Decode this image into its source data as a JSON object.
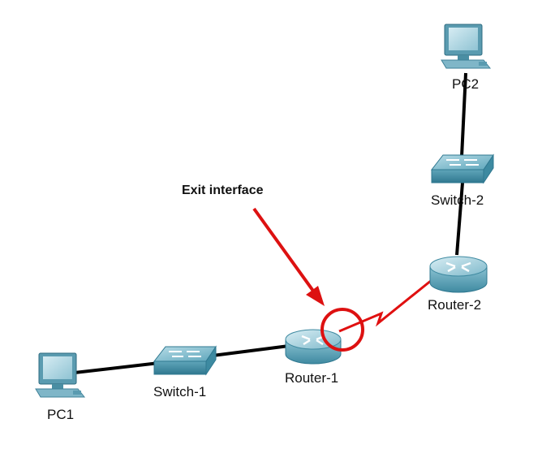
{
  "annotation": {
    "text": "Exit interface",
    "color": "#dd1111"
  },
  "devices": {
    "pc1": {
      "label": "PC1",
      "icon": "pc-icon"
    },
    "pc2": {
      "label": "PC2",
      "icon": "pc-icon"
    },
    "switch1": {
      "label": "Switch-1",
      "icon": "switch-icon"
    },
    "switch2": {
      "label": "Switch-2",
      "icon": "switch-icon"
    },
    "router1": {
      "label": "Router-1",
      "icon": "router-icon"
    },
    "router2": {
      "label": "Router-2",
      "icon": "router-icon"
    }
  },
  "links": [
    {
      "from": "PC1",
      "to": "Switch-1",
      "type": "ethernet"
    },
    {
      "from": "Switch-1",
      "to": "Router-1",
      "type": "ethernet"
    },
    {
      "from": "Router-1",
      "to": "Router-2",
      "type": "serial",
      "highlighted": true
    },
    {
      "from": "Router-2",
      "to": "Switch-2",
      "type": "ethernet"
    },
    {
      "from": "Switch-2",
      "to": "PC2",
      "type": "ethernet"
    }
  ],
  "colors": {
    "ethernet_link": "#000000",
    "serial_link": "#e01010",
    "device_teal": "#4f9fb5"
  }
}
